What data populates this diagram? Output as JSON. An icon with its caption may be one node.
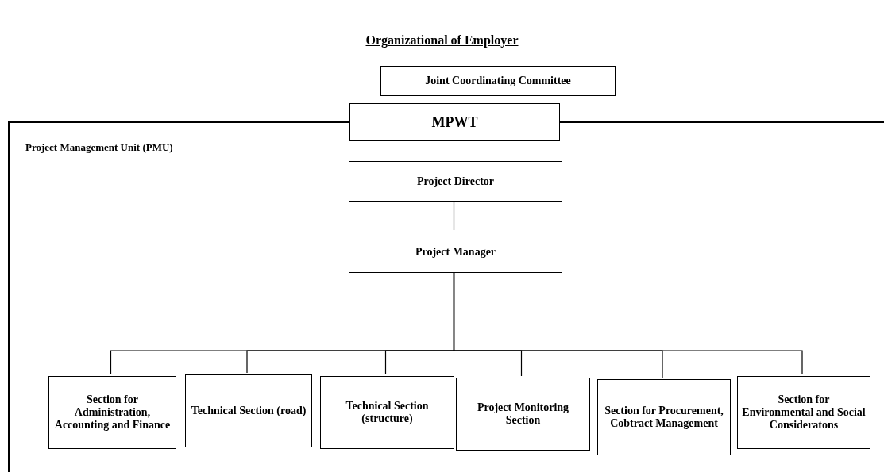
{
  "diagram": {
    "title": "Organizational of Employer",
    "nodes": [
      {
        "text": [
          "Joint Coordinating Committee"
        ]
      },
      {
        "text": [
          "MPWT"
        ]
      },
      {
        "text": [
          "Project Management Unit (PMU)"
        ]
      },
      {
        "text": [
          "Project Director"
        ],
        "in": 2
      },
      {
        "text": [
          "Project Manager"
        ],
        "in": 2
      },
      {
        "text": [
          "Section for Administration, Accounting and Finance"
        ],
        "in": 2
      },
      {
        "text": [
          "Technical Section (road)"
        ],
        "in": 2
      },
      {
        "text": [
          "Technical Section (structure)"
        ],
        "in": 2
      },
      {
        "text": [
          "Project Monitoring Section"
        ],
        "in": 2
      },
      {
        "text": [
          "Section for Procurement, Cobtract Management"
        ],
        "in": 2
      },
      {
        "text": [
          "Section for Environmental and Social Consideratons"
        ],
        "in": 2
      }
    ],
    "edges": [
      {
        "from": 3,
        "to": 4,
        "arrow": "none"
      },
      {
        "from": 4,
        "to": 5,
        "arrow": "none"
      },
      {
        "from": 4,
        "to": 6,
        "arrow": "none"
      },
      {
        "from": 4,
        "to": 7,
        "arrow": "none"
      },
      {
        "from": 4,
        "to": 8,
        "arrow": "none"
      },
      {
        "from": 4,
        "to": 9,
        "arrow": "none"
      },
      {
        "from": 4,
        "to": 10,
        "arrow": "none"
      }
    ]
  }
}
